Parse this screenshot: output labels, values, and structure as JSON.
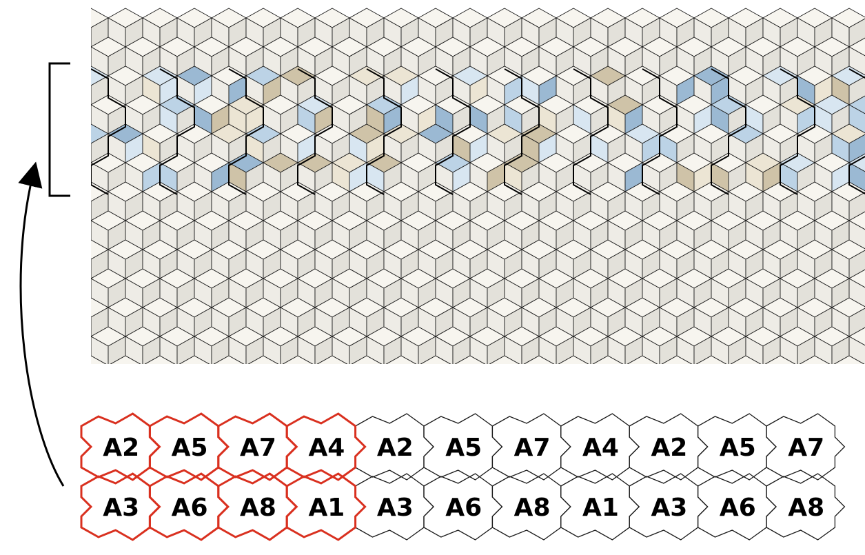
{
  "colors": {
    "outline": "#1a1a1a",
    "highlight_outline": "#d9301f",
    "arrow": "#000000",
    "face_top": "#f7f5ef",
    "face_left": "#eeece6",
    "face_right": "#e3e1da",
    "blue_light": "#d8e6f1",
    "blue_mid": "#bcd3e6",
    "blue_dark": "#9bb9d3",
    "tan_light": "#ece5d4",
    "tan_dark": "#cfc3a8"
  },
  "legend": {
    "highlighted_period": 4,
    "rows": [
      {
        "labels": [
          "A2",
          "A5",
          "A7",
          "A4",
          "A2",
          "A5",
          "A7",
          "A4",
          "A2",
          "A5",
          "A7"
        ]
      },
      {
        "labels": [
          "A3",
          "A6",
          "A8",
          "A1",
          "A3",
          "A6",
          "A8",
          "A1",
          "A3",
          "A6",
          "A8"
        ]
      }
    ]
  },
  "icons": {
    "bracket": "bracket-icon",
    "arrow": "curved-arrow-icon"
  }
}
